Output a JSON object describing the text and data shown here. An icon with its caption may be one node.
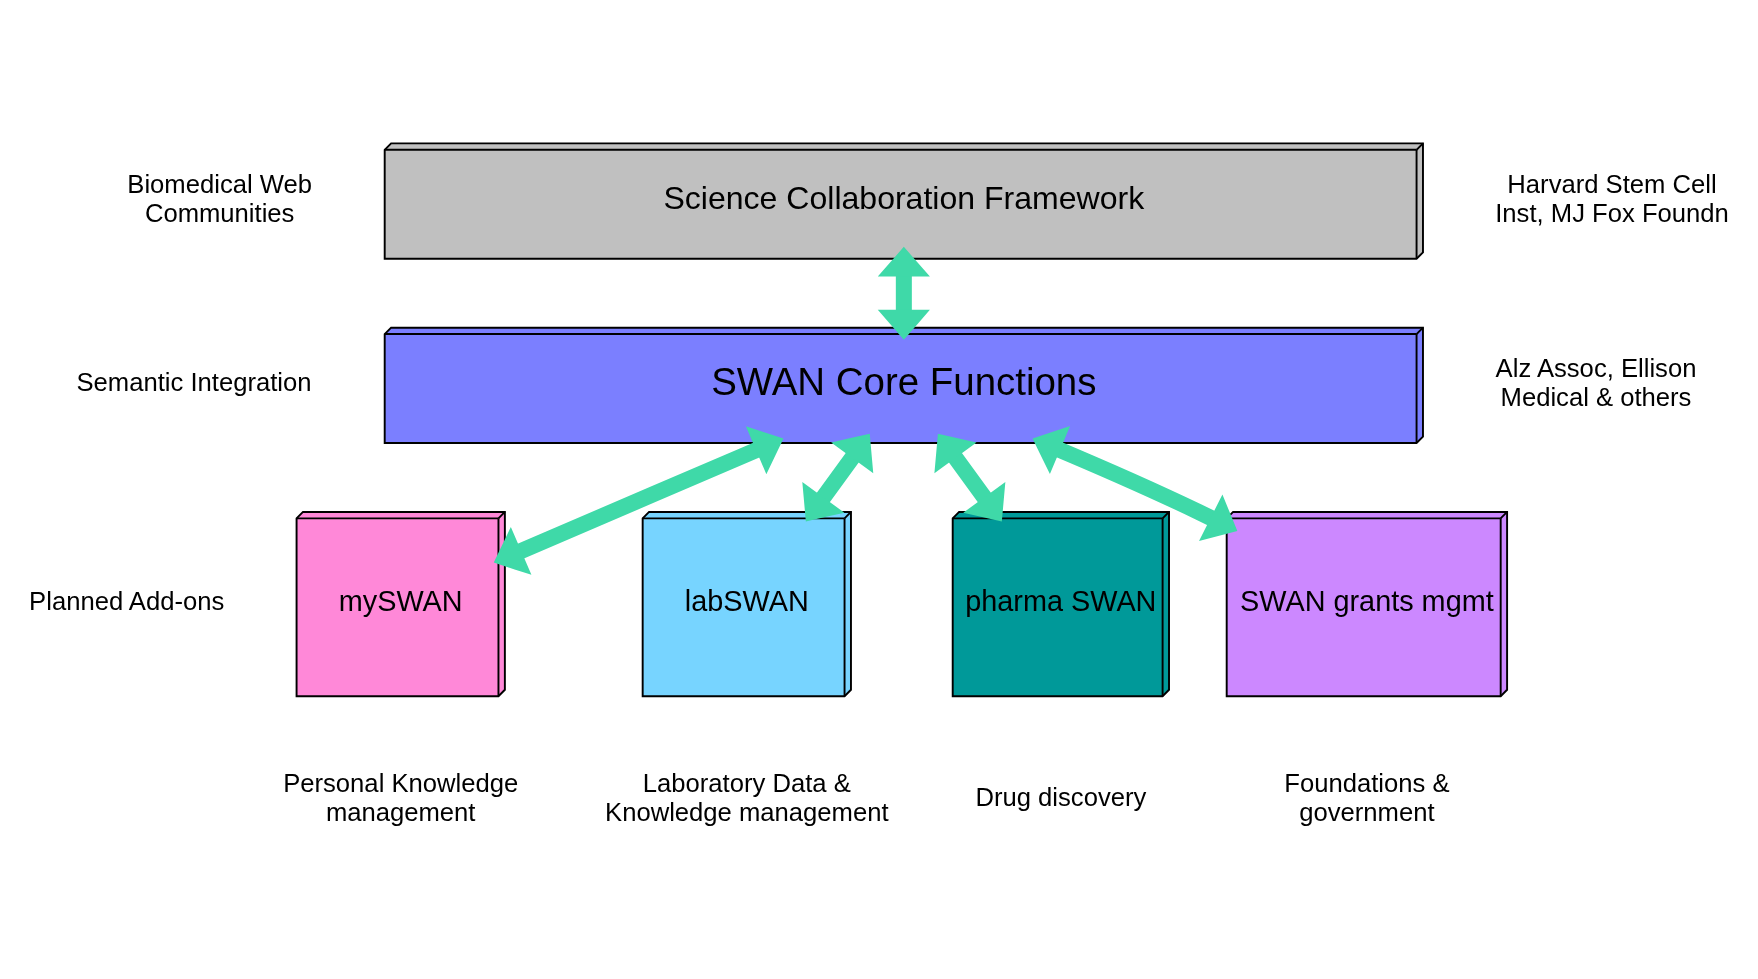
{
  "diagram": {
    "nodes": [
      {
        "text": [
          "Science Collaboration Framework"
        ],
        "beside": [
          "Biomedical Web Communities",
          "Harvard Stem Cell Inst, MJ Fox Foundn"
        ]
      },
      {
        "text": [
          "SWAN Core Functions"
        ],
        "beside": [
          "Semantic Integration",
          "Alz Assoc, Ellison Medical & others"
        ]
      },
      {
        "text": [
          "mySWAN"
        ],
        "beside": [
          "Personal Knowledge management"
        ]
      },
      {
        "text": [
          "labSWAN"
        ],
        "beside": [
          "Laboratory Data & Knowledge management"
        ]
      },
      {
        "text": [
          "pharma SWAN"
        ],
        "beside": [
          "Drug discovery"
        ]
      },
      {
        "text": [
          "SWAN grants mgmt"
        ],
        "beside": [
          "Foundations & government"
        ]
      }
    ],
    "edges": [
      {
        "from": 0,
        "to": 1,
        "arrow": "both"
      },
      {
        "from": 1,
        "to": 2,
        "arrow": "both"
      },
      {
        "from": 1,
        "to": 3,
        "arrow": "both"
      },
      {
        "from": 1,
        "to": 4,
        "arrow": "both"
      },
      {
        "from": 1,
        "to": 5,
        "arrow": "both"
      }
    ],
    "labels": [
      "Planned Add-ons"
    ]
  }
}
